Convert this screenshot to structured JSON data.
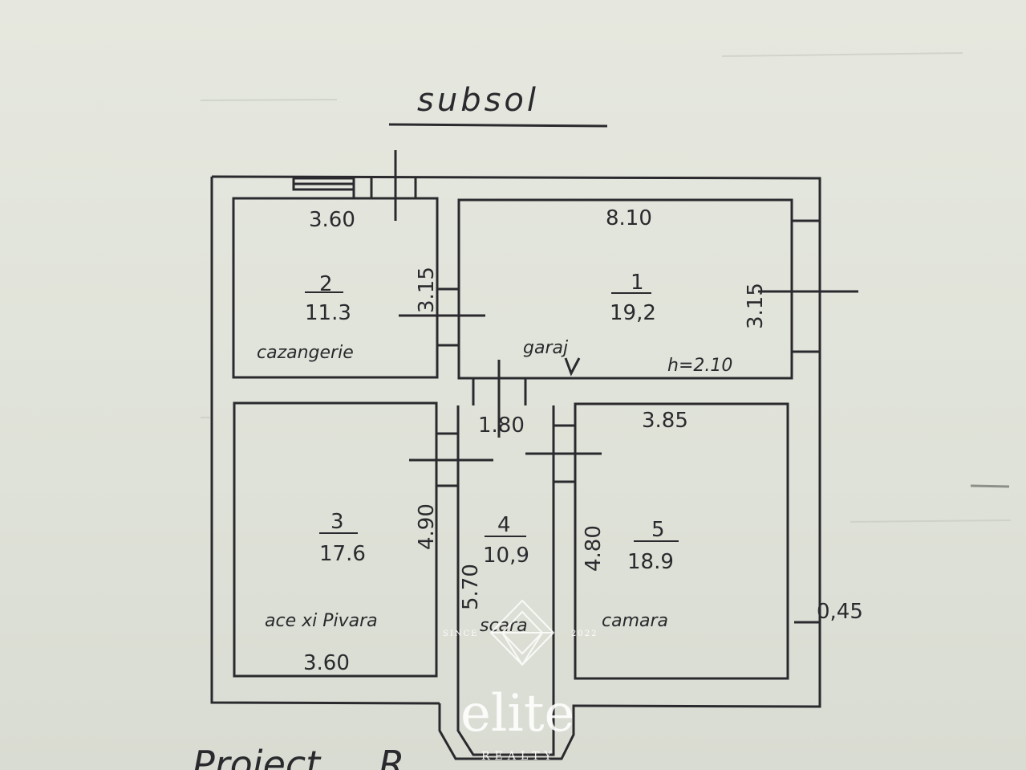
{
  "plan": {
    "title": "subsol",
    "rooms": [
      {
        "id": "1",
        "number": "1",
        "area": "19,2",
        "name": "garaj",
        "note": "h=2.10"
      },
      {
        "id": "2",
        "number": "2",
        "area": "11.3",
        "name": "cazangerie"
      },
      {
        "id": "3",
        "number": "3",
        "area": "17.6",
        "name": "ace xi Pivara"
      },
      {
        "id": "4",
        "number": "4",
        "area": "10,9",
        "name": "scara"
      },
      {
        "id": "5",
        "number": "5",
        "area": "18.9",
        "name": "camara"
      }
    ],
    "dimensions": {
      "room2_width": "3.60",
      "room2_depth": "3.15",
      "room1_width": "8.10",
      "room1_depth": "3.15",
      "room4_width": "1.80",
      "room5_width": "3.85",
      "room3_depth": "4.90",
      "room4_depth": "5.70",
      "room5_depth": "4.80",
      "room3_width": "3.60",
      "wall_thickness": "0,45"
    },
    "bottom_caption": "Proiect ... R..."
  },
  "watermark": {
    "brand": "elite",
    "sub": "REALTY",
    "since_left": "SINCE",
    "since_right": "2022"
  }
}
